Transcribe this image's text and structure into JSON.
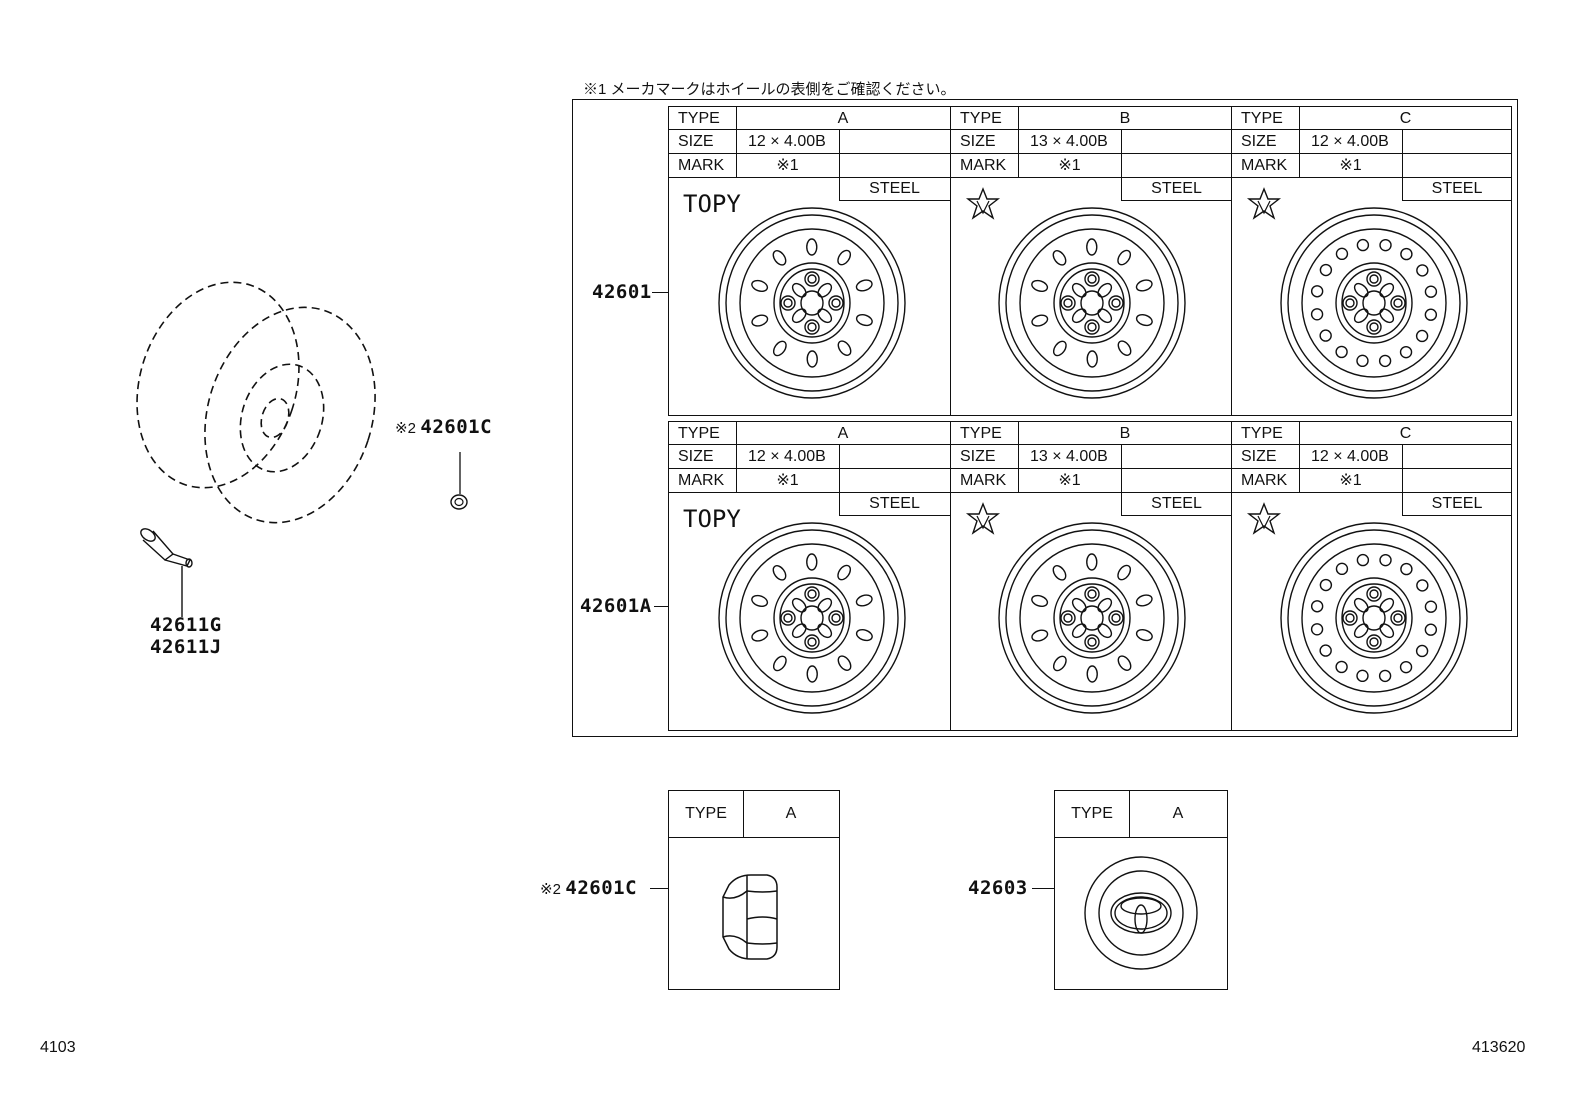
{
  "header_note": "※1  メーカマークはホイールの表側をご確認ください。",
  "tables": [
    {
      "part_no": "42601",
      "columns": [
        {
          "type_label": "TYPE",
          "type_value": "A",
          "size_label": "SIZE",
          "size_value": "12 × 4.00B",
          "mark_label": "MARK",
          "mark_value": "※1",
          "material": "STEEL",
          "maker": "TOPY"
        },
        {
          "type_label": "TYPE",
          "type_value": "B",
          "size_label": "SIZE",
          "size_value": "13 × 4.00B",
          "mark_label": "MARK",
          "mark_value": "※1",
          "material": "STEEL",
          "maker": ""
        },
        {
          "type_label": "TYPE",
          "type_value": "C",
          "size_label": "SIZE",
          "size_value": "12 × 4.00B",
          "mark_label": "MARK",
          "mark_value": "※1",
          "material": "STEEL",
          "maker": ""
        }
      ]
    },
    {
      "part_no": "42601A",
      "columns": [
        {
          "type_label": "TYPE",
          "type_value": "A",
          "size_label": "SIZE",
          "size_value": "12 × 4.00B",
          "mark_label": "MARK",
          "mark_value": "※1",
          "material": "STEEL",
          "maker": "TOPY"
        },
        {
          "type_label": "TYPE",
          "type_value": "B",
          "size_label": "SIZE",
          "size_value": "13 × 4.00B",
          "mark_label": "MARK",
          "mark_value": "※1",
          "material": "STEEL",
          "maker": ""
        },
        {
          "type_label": "TYPE",
          "type_value": "C",
          "size_label": "SIZE",
          "size_value": "12 × 4.00B",
          "mark_label": "MARK",
          "mark_value": "※1",
          "material": "STEEL",
          "maker": ""
        }
      ]
    }
  ],
  "left_parts": {
    "nut_callout_prefix": "※2",
    "nut_callout": "42601C",
    "valve_parts": [
      "42611G",
      "42611J"
    ]
  },
  "bottom_boxes": [
    {
      "prefix": "※2",
      "part_no": "42601C",
      "type_label": "TYPE",
      "type_value": "A",
      "icon": "lug-nut-icon"
    },
    {
      "prefix": "",
      "part_no": "42603",
      "type_label": "TYPE",
      "type_value": "A",
      "icon": "hub-cap-toyota-logo-icon"
    }
  ],
  "footer": {
    "left": "4103",
    "right": "413620"
  }
}
